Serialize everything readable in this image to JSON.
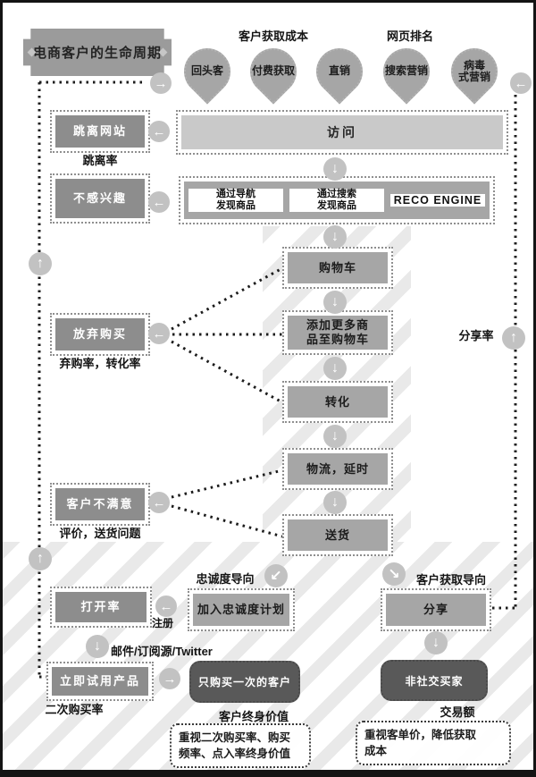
{
  "banner": {
    "title": "电商客户的生命周期"
  },
  "top": {
    "acquisition_cost_label": "客户获取成本",
    "page_rank_label": "网页排名",
    "channels": [
      "回头客",
      "付费获取",
      "直销",
      "搜索营销",
      "病毒\n式营销"
    ]
  },
  "flow": {
    "visit": "访问",
    "nav_discovery": "通过导航\n发现商品",
    "search_discovery": "通过搜索\n发现商品",
    "reco_engine": "RECO ENGINE",
    "cart": "购物车",
    "add_more": "添加更多商\n品至购物车",
    "convert": "转化",
    "logistics": "物流，延时",
    "delivery": "送货"
  },
  "left": {
    "bounce": "跳离网站",
    "bounce_rate": "跳离率",
    "not_interested": "不感兴趣",
    "abandon": "放弃购买",
    "abandon_metric": "弃购率，转化率",
    "unsatisfied": "客户不满意",
    "unsatisfied_metric": "评价，送货问题",
    "open_rate": "打开率",
    "register": "注册",
    "email_sources": "邮件/订阅源/Twitter",
    "try_product": "立即试用产品",
    "repeat_purchase_rate": "二次购买率"
  },
  "loyalty": {
    "orientation_label": "忠诚度导向",
    "join_program": "加入忠诚度计划",
    "one_time_customer": "只购买一次的客户",
    "clv_label": "客户终身价值",
    "clv_note": "重视二次购买率、购买\n频率、点入率终身价值"
  },
  "share": {
    "share_rate_label": "分享率",
    "acquisition_orientation_label": "客户获取导向",
    "share": "分享",
    "non_social_buyer": "非社交买家",
    "gmv_label": "交易额",
    "gmv_note": "重视客单价，降低获取\n成本"
  },
  "icons": {
    "right": "→",
    "left": "←",
    "down": "↓",
    "up": "↑",
    "down_left": "↙",
    "down_right": "↘"
  },
  "colors": {
    "dark_box": "#8d8d8d",
    "mid_box": "#a6a6a6",
    "light_bar": "#c9c9c9",
    "dark_round_box": "#595959",
    "arrow_circle": "#c2c2c2",
    "hatch_stripe": "#e9e9e9"
  }
}
